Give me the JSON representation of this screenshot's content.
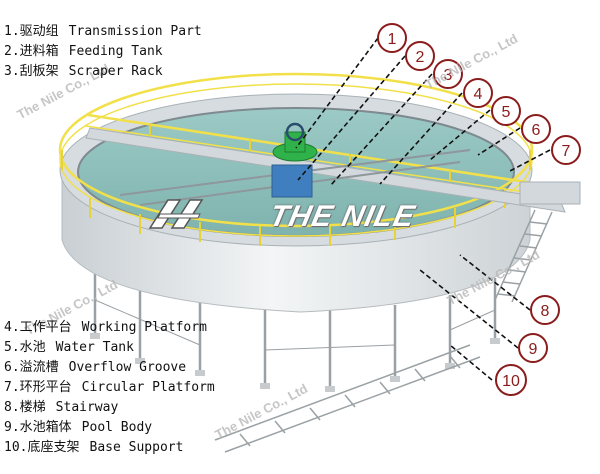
{
  "legend_top": [
    {
      "num": "1.",
      "cn": "驱动组",
      "en": "Transmission Part"
    },
    {
      "num": "2.",
      "cn": "进料箱",
      "en": "Feeding Tank"
    },
    {
      "num": "3.",
      "cn": "刮板架",
      "en": "Scraper Rack"
    }
  ],
  "legend_bottom": [
    {
      "num": "4.",
      "cn": "工作平台",
      "en": "Working Platform"
    },
    {
      "num": "5.",
      "cn": "水池",
      "en": "Water Tank"
    },
    {
      "num": "6.",
      "cn": "溢流槽",
      "en": "Overflow Groove"
    },
    {
      "num": "7.",
      "cn": "环形平台",
      "en": "Circular Platform"
    },
    {
      "num": "8.",
      "cn": "楼梯",
      "en": "Stairway"
    },
    {
      "num": "9.",
      "cn": "水池箱体",
      "en": "Pool Body"
    },
    {
      "num": "10.",
      "cn": "底座支架",
      "en": "Base Support"
    }
  ],
  "callouts": [
    "1",
    "2",
    "3",
    "4",
    "5",
    "6",
    "7",
    "8",
    "9",
    "10"
  ],
  "logo": {
    "text": "THE NILE"
  },
  "watermark": {
    "text": "The Nile Co., Ltd"
  },
  "colors": {
    "railing": "#f2e04a",
    "water": "#8fc3bf",
    "tank_body": "#e4e8ea",
    "callout_stroke": "#8a1c1c",
    "drive_motor": "#2fb24a",
    "feed_tank": "#3f7fc0"
  }
}
